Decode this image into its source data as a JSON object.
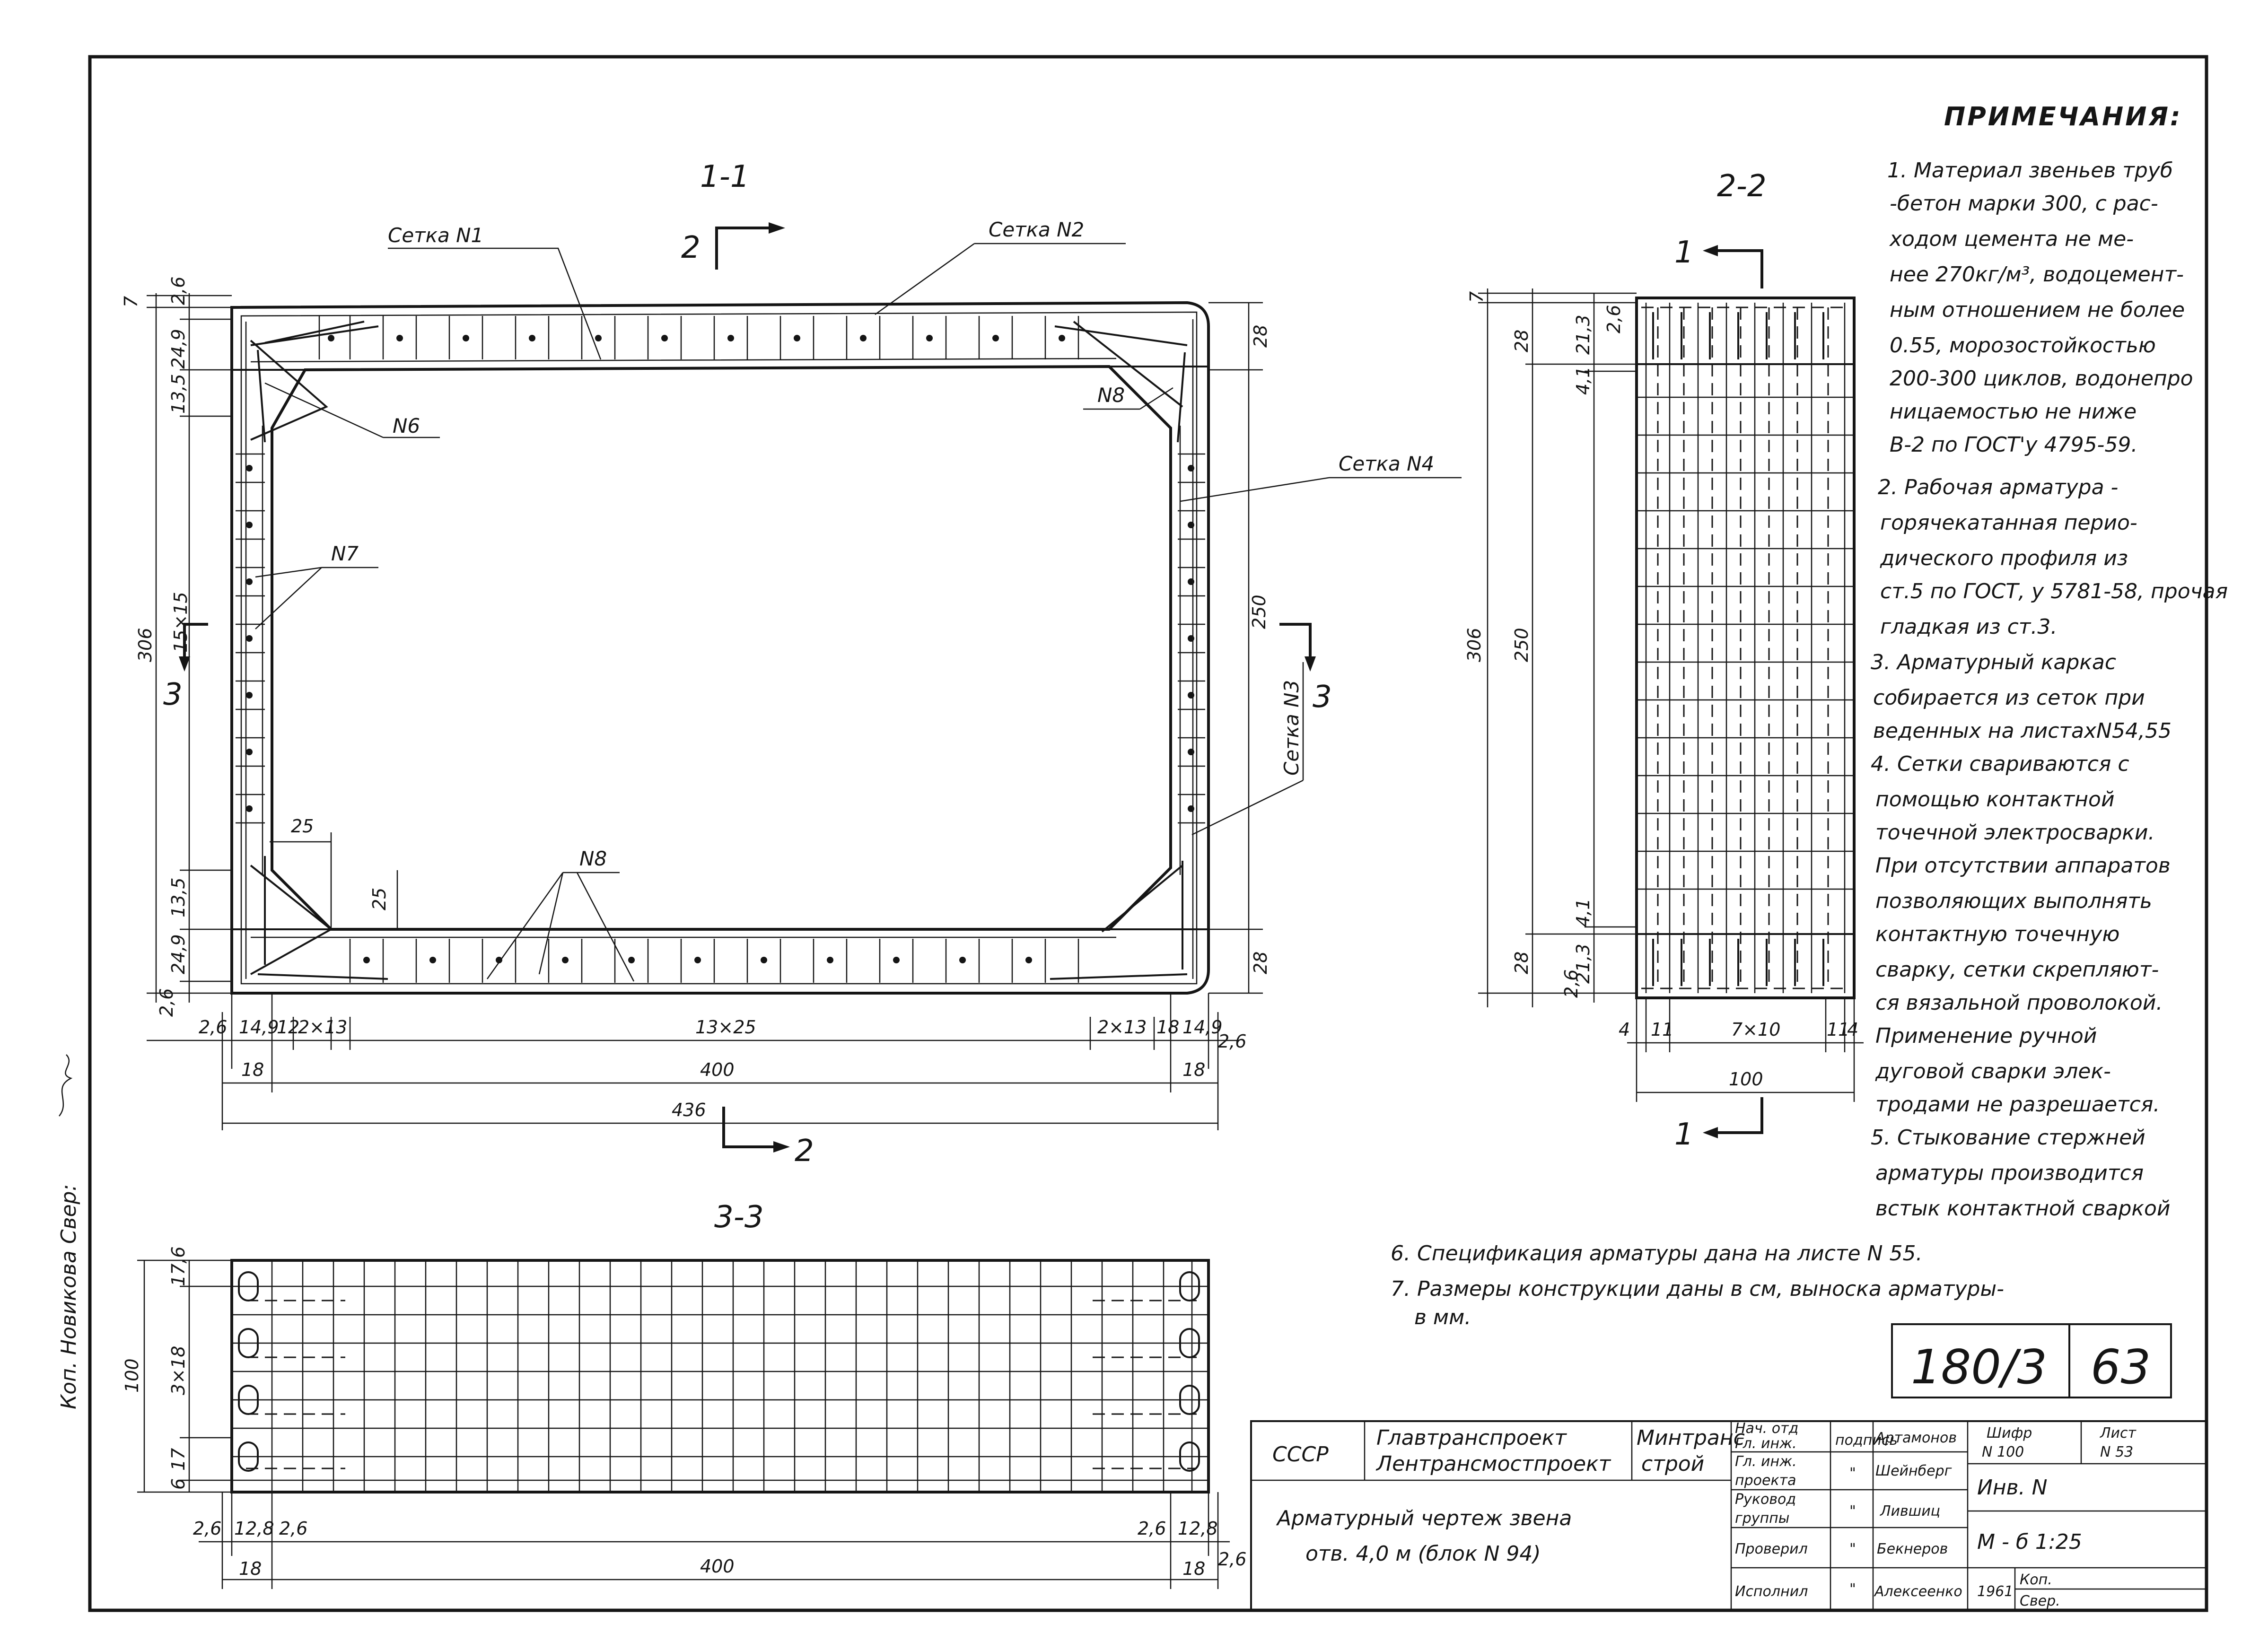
{
  "sections": {
    "s11": "1-1",
    "s22": "2-2",
    "s33": "3-3",
    "cut_2": "2",
    "cut_1": "1",
    "cut_3": "3"
  },
  "labels": {
    "setka1": "Сетка  N1",
    "setka2": "Сетка  N2",
    "setka3": "Сетка  N3",
    "setka4": "Сетка  N4",
    "n6": "N6",
    "n7": "N7",
    "n8": "N8"
  },
  "dims_11": {
    "left": [
      "7",
      "2,6",
      "24,9",
      "13,5",
      "15×15",
      "306",
      "13,5",
      "24,9",
      "2,6"
    ],
    "right": [
      "28",
      "250",
      "28"
    ],
    "bottom_row1": [
      "2,6",
      "14,9",
      "12",
      "2×13",
      "13×25",
      "2×13",
      "18",
      "14,9",
      "2,6"
    ],
    "bottom_row2": [
      "18",
      "400",
      "18"
    ],
    "total": "436",
    "inner": [
      "25",
      "25"
    ]
  },
  "dims_22": {
    "left": [
      "7",
      "28",
      "306",
      "250",
      "28"
    ],
    "inner_left": [
      "2,6",
      "21,3",
      "4,1",
      "4,1",
      "21,3",
      "2,6"
    ],
    "bottom": [
      "4",
      "11",
      "7×10",
      "11",
      "4"
    ],
    "total": "100"
  },
  "dims_33": {
    "left": [
      "100",
      "17,6",
      "3×18",
      "17",
      "6"
    ],
    "bottom_row1": [
      "2,6",
      "12,8",
      "2,6",
      "2,6",
      "12,8"
    ],
    "bottom_row2": [
      "18",
      "400",
      "18",
      "2,6"
    ]
  },
  "notes": {
    "heading": "ПРИМЕЧАНИЯ:",
    "lines": [
      "1. Материал звеньев труб",
      "-бетон марки 300, с рас-",
      "ходом цемента не ме-",
      "нее 270кг/м³, водоцемент-",
      "ным отношением не более",
      "0.55, морозостойкостью",
      "200-300 циклов, водонепро",
      "ницаемостью  не ниже",
      "В-2 по ГОСТ'у 4795-59.",
      "2. Рабочая арматура -",
      "горячекатанная перио-",
      "дического профиля из",
      "ст.5 по ГОСТ, у 5781-58, прочая",
      "гладкая из  ст.3.",
      "3. Арматурный  каркас",
      "собирается из сеток при",
      "веденных на листахN54,55",
      "4. Сетки свариваются с",
      "помощью  контактной",
      "точечной электросварки.",
      "При отсутствии аппаратов",
      "позволяющих выполнять",
      "контактную точечную",
      "сварку, сетки скрепляют-",
      "ся вязальной проволокой.",
      "Применение ручной",
      "дуговой сварки элек-",
      "тродами не разрешается.",
      "5. Стыкование стержней",
      "арматуры производится",
      "встык контактной сваркой"
    ],
    "line6": "6. Спецификация  арматуры  дана  на  листе  N 55.",
    "line7a": "7. Размеры  конструкции  даны  в  см,  выноска  арматуры-",
    "line7b": "в  мм."
  },
  "sheet_box": {
    "code": "180/3",
    "sheet": "63"
  },
  "title_block": {
    "country": "СССР",
    "org1": "Главтранспроект",
    "org2": "Лентрансмостпроект",
    "ministry1": "Минтранс",
    "ministry2": "строй",
    "title1": "Арматурный  чертеж  звена",
    "title2": "отв.  4,0 м     (блок  N 94)",
    "role1a": "Нач. отд",
    "role1b": "Гл. инж.",
    "role2a": "Гл. инж.",
    "role2b": "проекта",
    "role3a": "Руковод",
    "role3b": "группы",
    "role4": "Проверил",
    "role5": "Исполнил",
    "sign_hdr": "подпись",
    "q": "\"",
    "name1": "Артамонов",
    "name2": "Шейнберг",
    "name3": "Лившиц",
    "name4": "Бекнеров",
    "name5": "Алексеенко",
    "shifr_lbl": "Шифр",
    "shifr_val": "N 100",
    "list_lbl": "Лист",
    "list_val": "N 53",
    "inv": "Инв. N",
    "scale": "М - б  1:25",
    "year": "1961",
    "kop": "Коп.",
    "sver": "Свер."
  },
  "side_text": "Коп. Новикова  Свер: "
}
